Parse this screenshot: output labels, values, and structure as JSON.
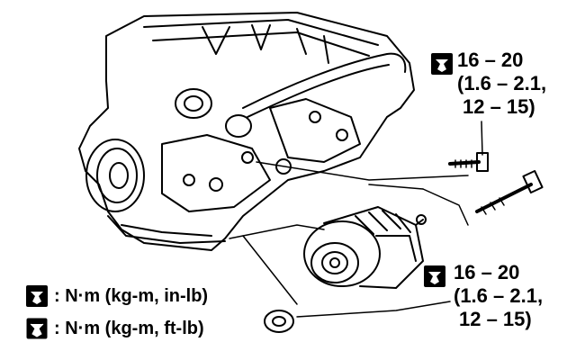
{
  "callouts": {
    "top_bolt": {
      "value": "16 – 20",
      "line2": "(1.6 – 2.1,",
      "line3": "12 – 15)",
      "icon": "wrench-torque-icon"
    },
    "lower_bolt": {
      "value": "16 – 20",
      "line2": "(1.6 – 2.1,",
      "line3": "12 – 15)",
      "icon": "wrench-torque-icon"
    }
  },
  "legend": [
    {
      "icon": "filled-wrench-icon",
      "text": ": N·m (kg-m, in-lb)"
    },
    {
      "icon": "outline-wrench-icon",
      "text": ": N·m (kg-m, ft-lb)"
    }
  ]
}
